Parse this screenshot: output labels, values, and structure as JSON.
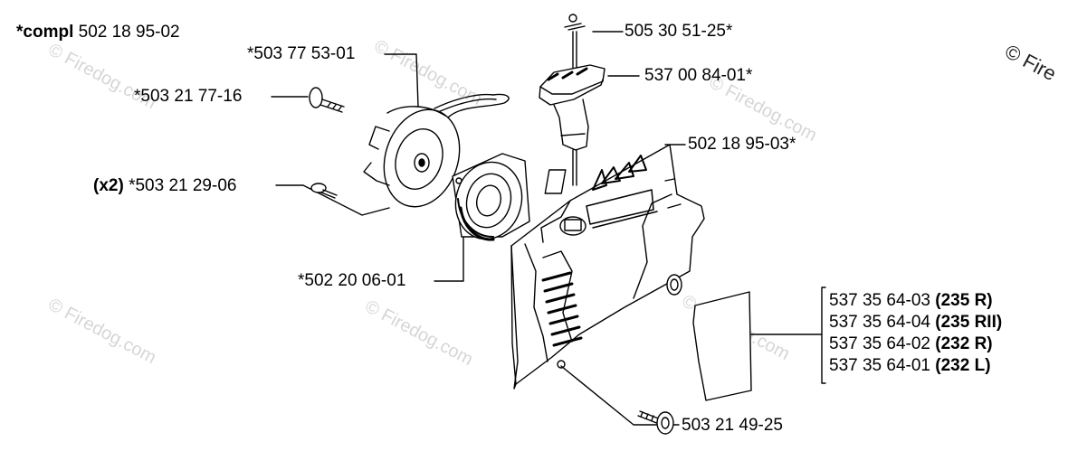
{
  "watermark": {
    "corner_text": "© Fire",
    "tile_text": "© Firedog.com"
  },
  "labels": {
    "compl_prefix": "*compl",
    "compl_number": "502 18 95-02",
    "p1": "*503 77 53-01",
    "p2": "*503 21 77-16",
    "x2": "(x2)",
    "p3": "*503 21 29-06",
    "p4": "*502 20 06-01",
    "p5": "505 30 51-25*",
    "p6": "537 00 84-01*",
    "p7": "502 18 95-03*",
    "p8": "503 21 49-25"
  },
  "variants": [
    {
      "number": "537 35 64-03",
      "model": "(235 R)"
    },
    {
      "number": "537 35 64-04",
      "model": "(235 RII)"
    },
    {
      "number": "537 35 64-02",
      "model": "(232 R)"
    },
    {
      "number": "537 35 64-01",
      "model": "(232 L)"
    }
  ]
}
